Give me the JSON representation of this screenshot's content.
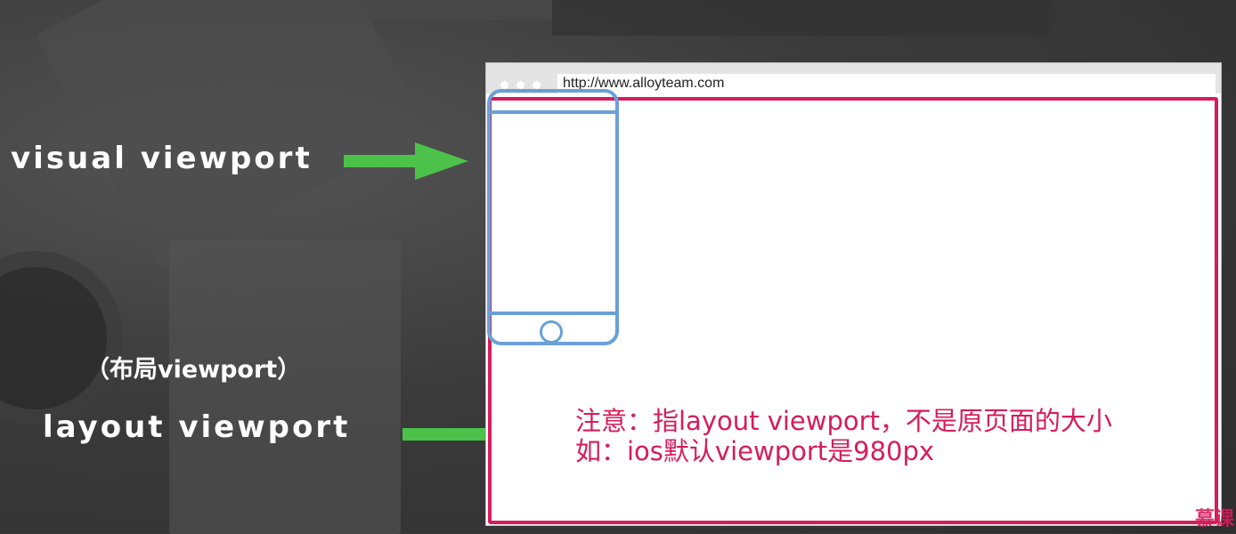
{
  "labels": {
    "visual": "visual viewport",
    "layout_cn": "（布局viewport）",
    "layout": "layout viewport"
  },
  "browser": {
    "url": "http://www.alloyteam.com"
  },
  "note": {
    "line1": "注意：指layout viewport，不是原页面的大小",
    "line2": "如：ios默认viewport是980px"
  },
  "watermark": "慕课",
  "colors": {
    "arrow": "#4cc24a",
    "layout_border": "#d61c5a",
    "phone_outline": "#6aa0d8",
    "note_text": "#d61c5a"
  },
  "icons": {
    "arrow": "right-arrow-icon",
    "phone": "phone-outline-icon"
  }
}
